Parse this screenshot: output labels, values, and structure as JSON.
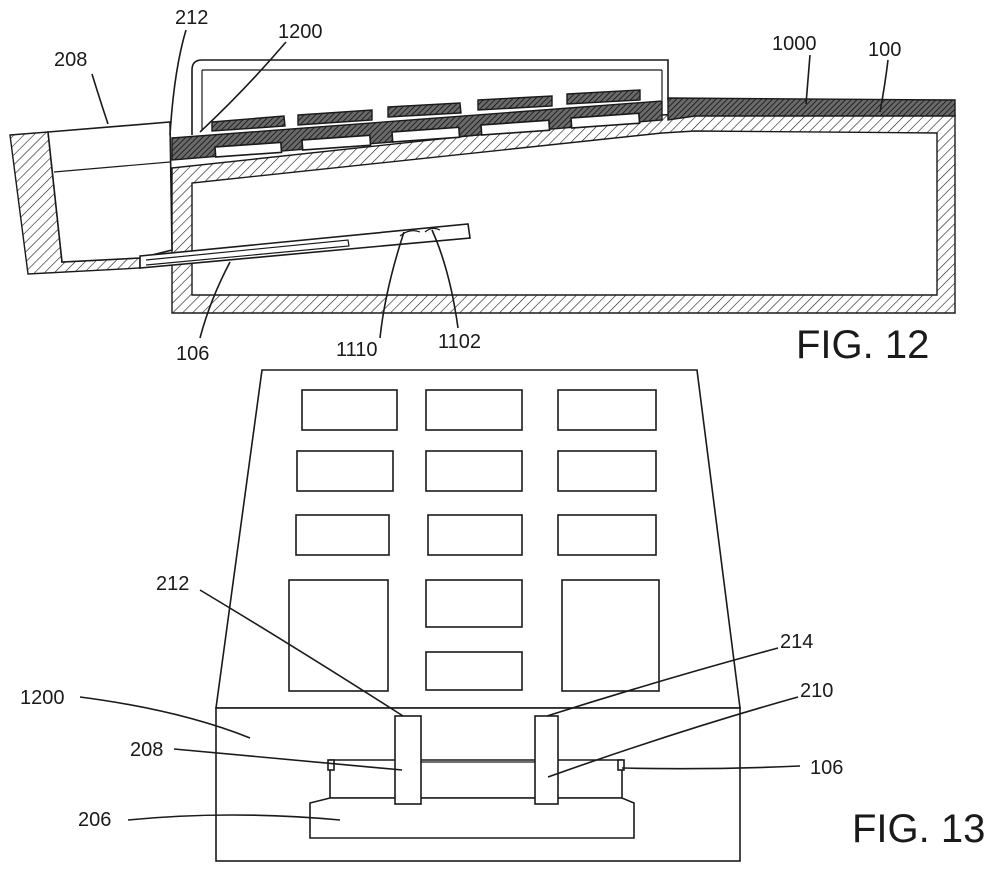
{
  "figures": {
    "fig12": {
      "title": "FIG. 12"
    },
    "fig13": {
      "title": "FIG. 13"
    }
  },
  "labels": {
    "fig12": {
      "r208": "208",
      "r212": "212",
      "r1200": "1200",
      "r1000": "1000",
      "r100": "100",
      "r106": "106",
      "r1110": "1110",
      "r1102": "1102"
    },
    "fig13": {
      "r212": "212",
      "r214": "214",
      "r210": "210",
      "r1200": "1200",
      "r208": "208",
      "r106": "106",
      "r206": "206"
    }
  }
}
